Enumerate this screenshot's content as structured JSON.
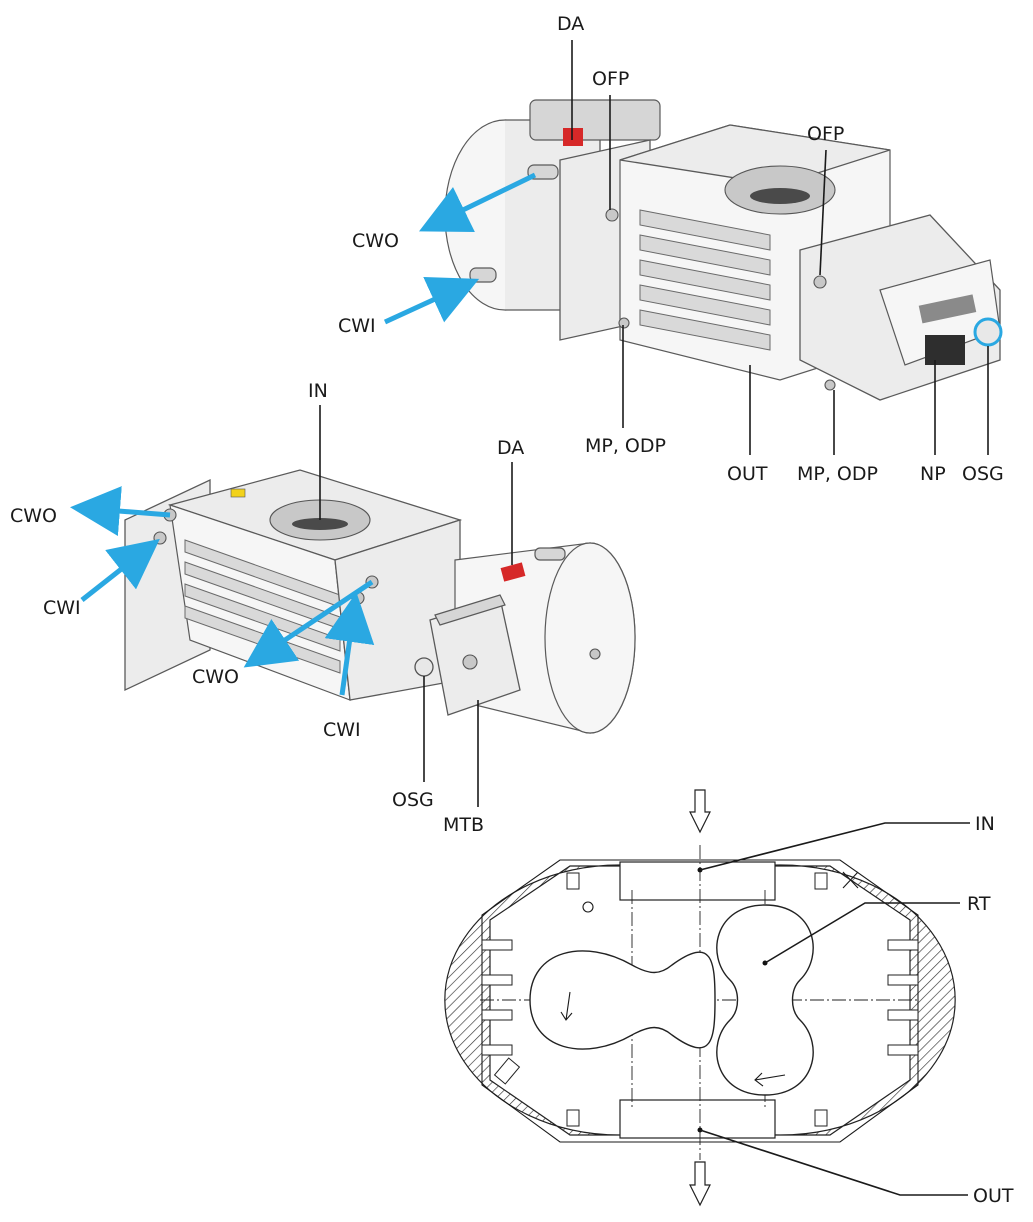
{
  "colors": {
    "arrow": "#2aa8e2",
    "warning_red": "#d62828",
    "line": "#1a1a1a"
  },
  "labels": {
    "top_da": "DA",
    "top_ofp_left": "OFP",
    "top_ofp_right": "OFP",
    "top_cwo": "CWO",
    "top_cwi": "CWI",
    "top_mp_odp_left": "MP, ODP",
    "top_out": "OUT",
    "top_mp_odp_right": "MP, ODP",
    "top_np": "NP",
    "top_osg": "OSG",
    "mid_in": "IN",
    "mid_da": "DA",
    "mid_cwo_left": "CWO",
    "mid_cwi_left": "CWI",
    "mid_cwo_center": "CWO",
    "mid_cwi_center": "CWI",
    "mid_osg": "OSG",
    "mid_mtb": "MTB",
    "sec_in": "IN",
    "sec_rt": "RT",
    "sec_out": "OUT"
  }
}
